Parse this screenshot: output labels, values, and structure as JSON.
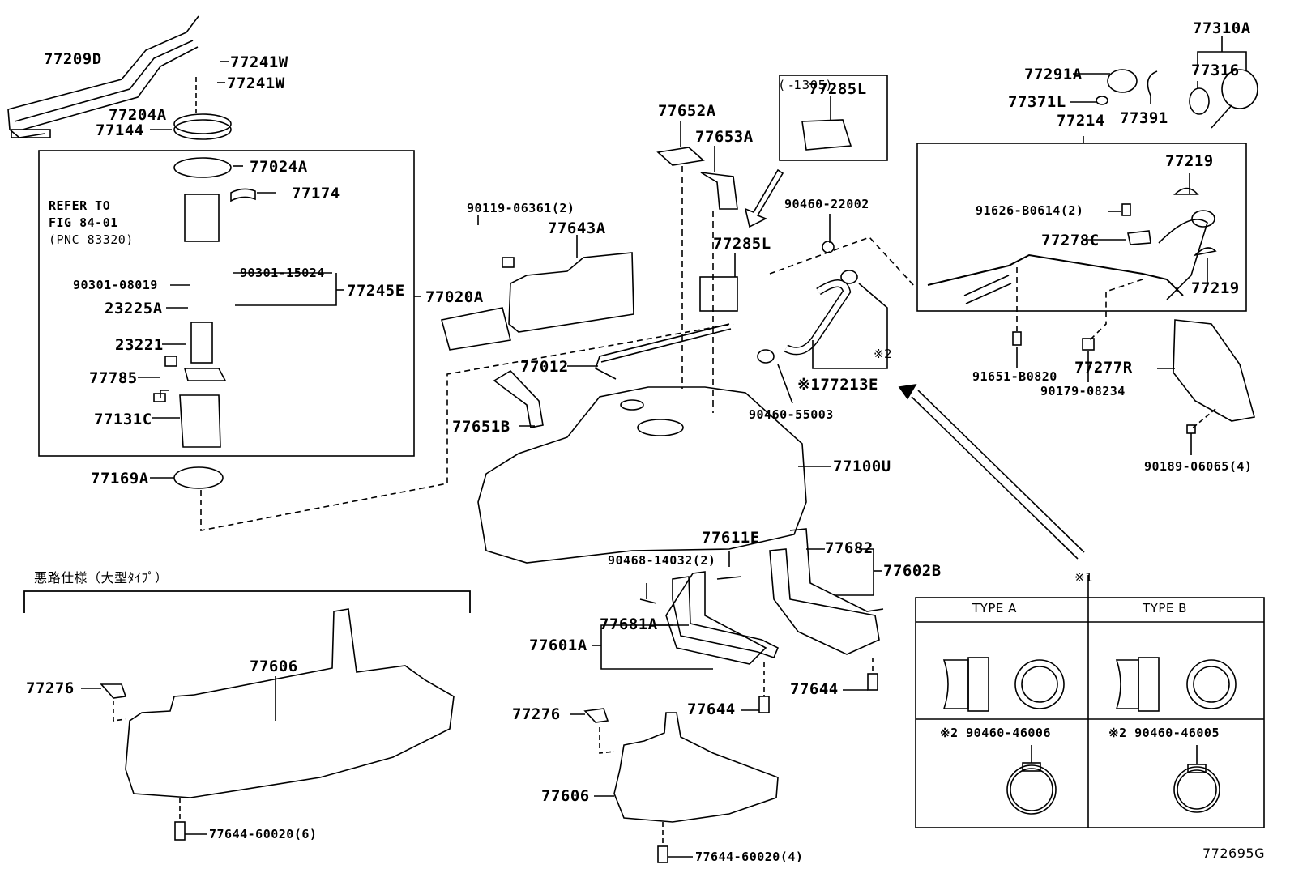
{
  "title": "Fuel tank and tube parts diagram",
  "figure_id": "772695G",
  "variant_note": "悪路仕様（大型ﾀｲﾌﾟ）",
  "date_note": "(     -1305)",
  "refer_note": [
    "REFER TO",
    "FIG 84-01",
    "(PNC 83320)"
  ],
  "labels": {
    "p77209D": "77209D",
    "p77241W_1": "77241W",
    "p77241W_2": "77241W",
    "p77204A": "77204A",
    "p77144": "77144",
    "p77024A": "77024A",
    "p77174": "77174",
    "p90301_15024": "90301-15024",
    "p90301_08019": "90301-08019",
    "p77245E": "77245E",
    "p23225A": "23225A",
    "p23221": "23221",
    "p77785": "77785",
    "p77131C": "77131C",
    "p77169A": "77169A",
    "p77020A": "77020A",
    "p90119_06361": "90119-06361(2)",
    "p77643A": "77643A",
    "p77652A": "77652A",
    "p77653A": "77653A",
    "p77285L_box": "77285L",
    "p77285L": "77285L",
    "p90460_22002": "90460-22002",
    "p77012": "77012",
    "p77651B": "77651B",
    "p77213E": "※177213E",
    "p_mark2": "※2",
    "p90460_55003": "90460-55003",
    "p77100U": "77100U",
    "p77291A": "77291A",
    "p77371L": "77371L",
    "p77391": "77391",
    "p77316": "77316",
    "p77310A": "77310A",
    "p77214": "77214",
    "p77219_1": "77219",
    "p77219_2": "77219",
    "p91626_B0614": "91626-B0614(2)",
    "p77278C": "77278C",
    "p91651_B0820": "91651-B0820",
    "p90179_08234": "90179-08234",
    "p77277R": "77277R",
    "p90189_06065": "90189-06065(4)",
    "p77611E": "77611E",
    "p90468_14032": "90468-14032(2)",
    "p77682": "77682",
    "p77602B": "77602B",
    "p77681A": "77681A",
    "p77601A": "77601A",
    "p77644_1": "77644",
    "p77644_2": "77644",
    "p77276_1": "77276",
    "p77606_1": "77606",
    "p77644_60020_6": "77644-60020(6)",
    "p77276_2": "77276",
    "p77606_2": "77606",
    "p77644_60020_4": "77644-60020(4)",
    "p_mark1": "※1"
  },
  "type_table": {
    "col_a": "TYPE  A",
    "col_b": "TYPE  B",
    "clamp_a": "※2 90460-46006",
    "clamp_b": "※2 90460-46005"
  }
}
